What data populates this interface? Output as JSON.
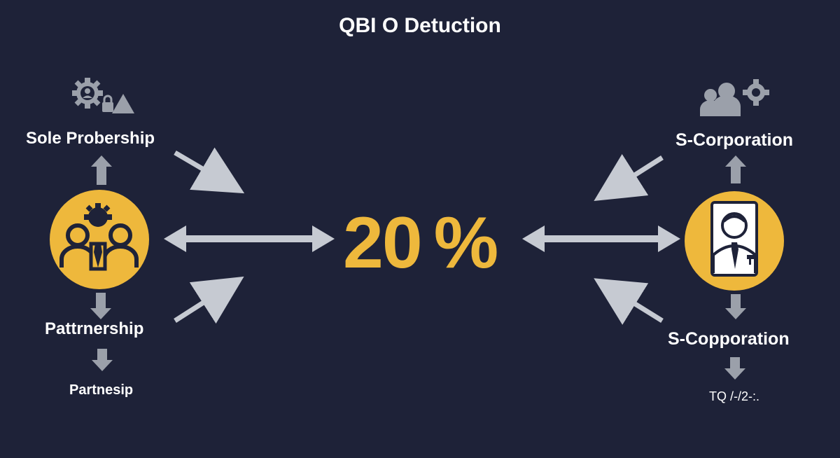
{
  "title": "QBI O Detuction",
  "center": {
    "number": "20",
    "unit": "%"
  },
  "left": {
    "top_label": "Sole Probership",
    "middle_label": "Pattrnership",
    "bottom_label": "Partnesip"
  },
  "right": {
    "top_label": "S-Corporation",
    "middle_label": "S-Copporation",
    "bottom_label": "TQ /-/2-:."
  },
  "colors": {
    "background": "#1e2238",
    "accent": "#eeb83c",
    "arrow": "#c6cad2",
    "icon": "#9ba0aa",
    "text": "#ffffff"
  },
  "icons": {
    "left_top": "gear-person-lock-icon",
    "left_circle": "business-people-gear-icon",
    "right_top": "group-gear-icon",
    "right_circle": "businessman-id-card-icon"
  }
}
